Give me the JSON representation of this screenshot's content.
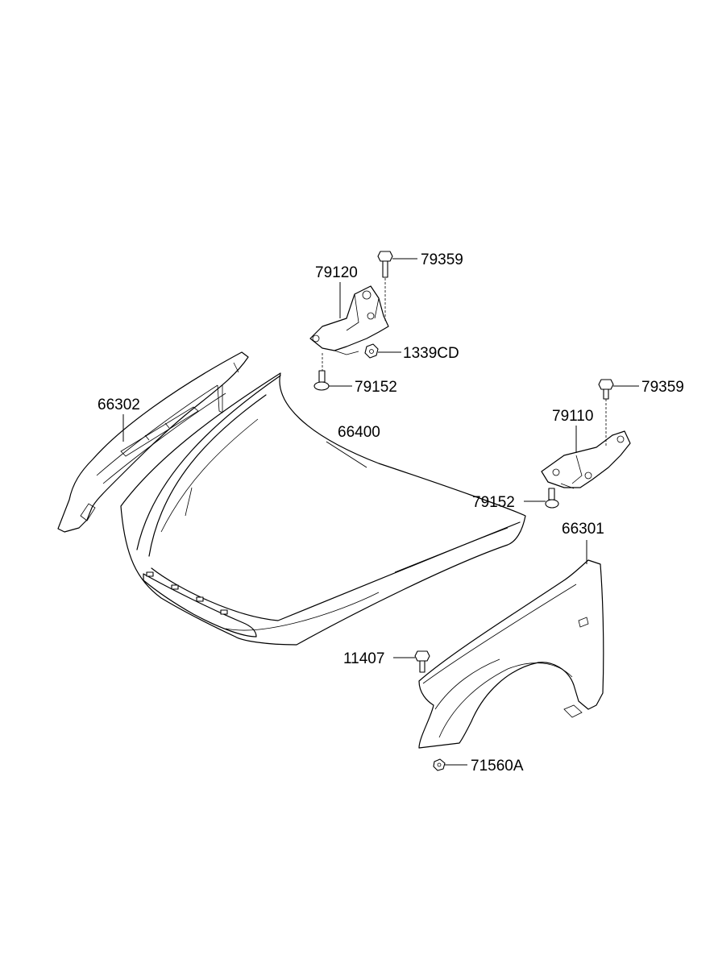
{
  "parts": [
    {
      "number": "79359"
    },
    {
      "number": "79120"
    },
    {
      "number": "1339CD"
    },
    {
      "number": "79152"
    },
    {
      "number": "66302"
    },
    {
      "number": "66400"
    },
    {
      "number": "79359"
    },
    {
      "number": "79110"
    },
    {
      "number": "79152"
    },
    {
      "number": "66301"
    },
    {
      "number": "11407"
    },
    {
      "number": "71560A"
    }
  ]
}
